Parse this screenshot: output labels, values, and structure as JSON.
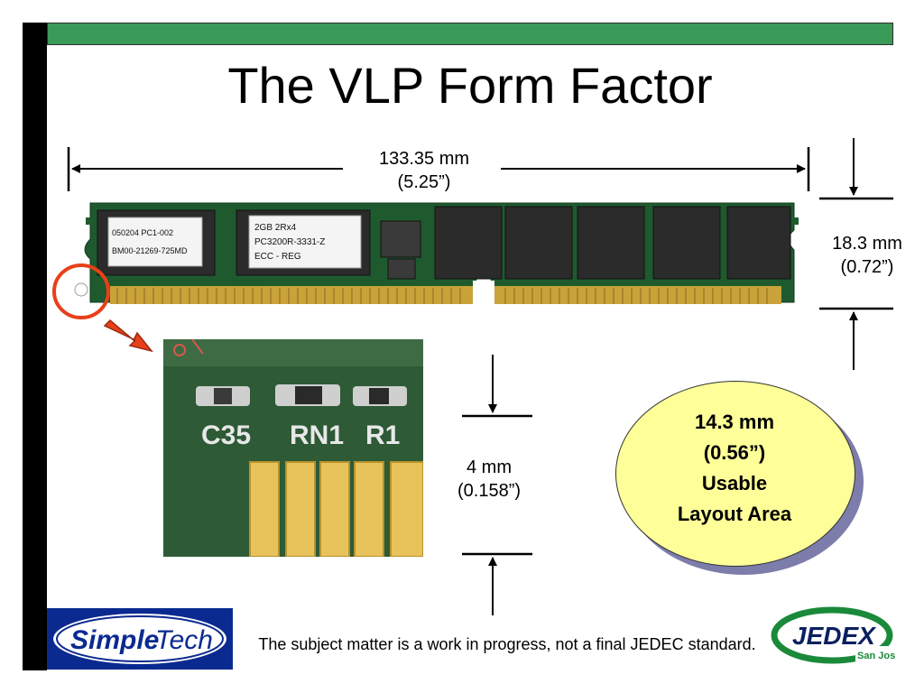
{
  "slide": {
    "title": "The VLP Form Factor",
    "width_dimension": {
      "mm": "133.35 mm",
      "inch": "(5.25”)"
    },
    "height_dimension": {
      "mm": "18.3 mm",
      "inch": "(0.72”)"
    },
    "pad_dimension": {
      "mm": "4 mm",
      "inch": "(0.158”)"
    },
    "callout": {
      "lines": [
        "14.3 mm",
        "(0.56”)",
        "Usable",
        "Layout Area"
      ]
    },
    "footer_note": "The subject matter is a work in progress, not a final JEDEC standard."
  },
  "module_labels": {
    "label1_line1": "050204 PC1-002",
    "label1_line2": "BM00-21269-725MD",
    "label2_line1": "2GB 2Rx4",
    "label2_line2": "PC3200R-3331-Z",
    "label2_line3": "ECC - REG"
  },
  "closeup_labels": {
    "c35": "C35",
    "rn1": "RN1",
    "r1": "R1"
  },
  "logos": {
    "simpletech": {
      "part1": "Simple",
      "part2": "Tech"
    },
    "jedex": {
      "name": "JEDEX",
      "sub": "San Jose"
    }
  },
  "colors": {
    "top_bar": "#3a9a5a",
    "pcb": "#1f5a2e",
    "gold": "#c9a23a",
    "highlight": "#e8401a",
    "callout_fill": "#ffff99",
    "callout_shadow": "#7d7dac",
    "simpletech_blue": "#0a2a90",
    "jedex_green": "#1a8a3a"
  }
}
